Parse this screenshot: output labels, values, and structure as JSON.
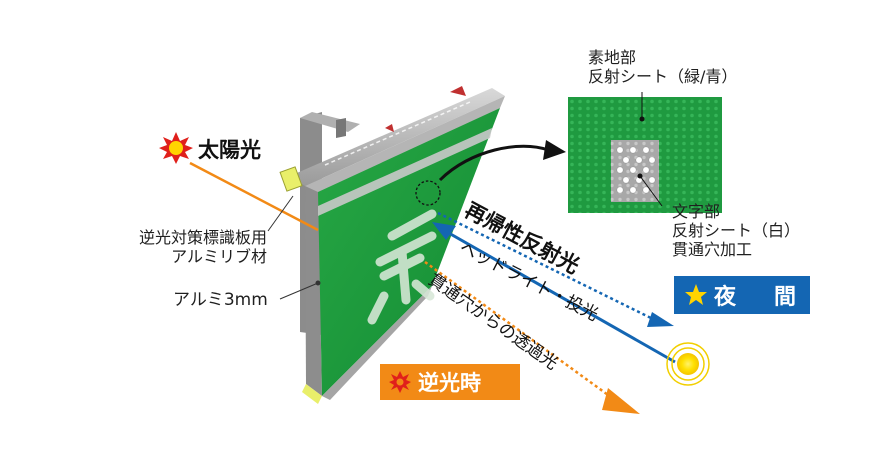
{
  "labels": {
    "taiyoko": "太陽光",
    "rib_material": [
      "逆光対策標識板用",
      "アルミリブ材"
    ],
    "aluminum": "アルミ3mm",
    "base_part": [
      "素地部",
      "反射シート（緑/青）"
    ],
    "char_part": [
      "文字部",
      "反射シート（白）",
      "貫通穴加工"
    ],
    "retroreflective": "再帰性反射光",
    "headlight": "ヘッドライト・投光",
    "transmitted": "貫通穴からの透過光"
  },
  "badges": {
    "night": "夜　間",
    "backlight": "逆光時"
  },
  "colors": {
    "sign_green": "#1e9a3c",
    "sun_red": "#e0201b",
    "sun_yellow": "#ffd400",
    "orange_light": "#f28a16",
    "blue_light": "#1466b3",
    "night_badge": "#1466b3",
    "backlight_badge": "#f28a16"
  },
  "icons": {
    "sun": "sun-icon",
    "star": "star-icon",
    "headlight": "headlight-icon"
  }
}
